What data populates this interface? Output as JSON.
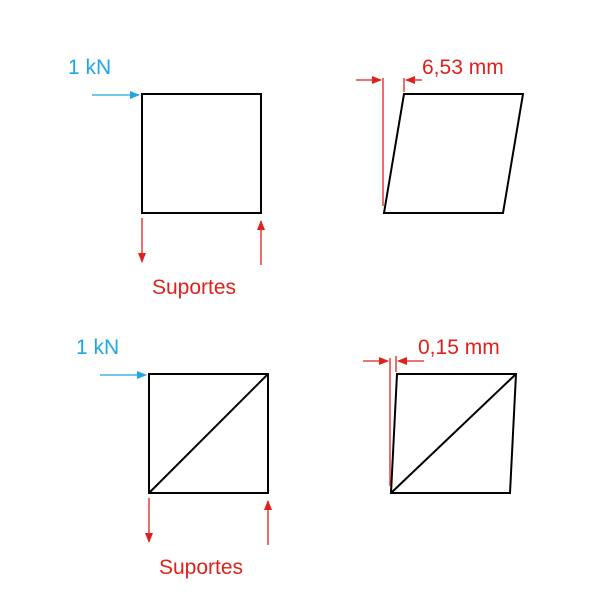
{
  "colors": {
    "load": "#1ea7e1",
    "support": "#e0201b",
    "structure": "#000000"
  },
  "panels": {
    "square_frame": {
      "load_label": "1 kN",
      "support_label": "Suportes"
    },
    "square_deformed": {
      "displacement_label": "6,53 mm"
    },
    "braced_frame": {
      "load_label": "1 kN",
      "support_label": "Suportes"
    },
    "braced_deformed": {
      "displacement_label": "0,15 mm"
    }
  }
}
